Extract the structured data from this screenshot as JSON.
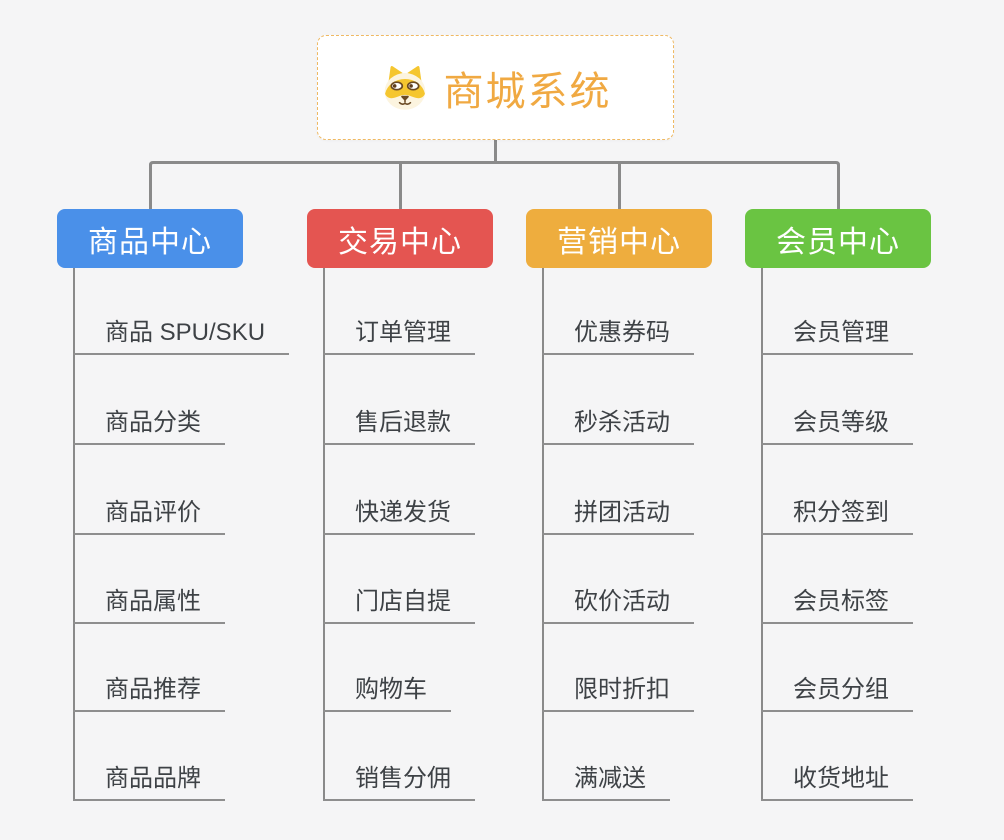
{
  "root": {
    "title": "商城系统",
    "icon": "dog-mascot-icon",
    "text_color": "#F0A942",
    "border_color": "#EFB963"
  },
  "connector_color": "#8A8A8A",
  "background_color": "#F5F5F6",
  "branches": [
    {
      "id": "product-center",
      "label": "商品中心",
      "color": "#4A90E9",
      "children": [
        "商品 SPU/SKU",
        "商品分类",
        "商品评价",
        "商品属性",
        "商品推荐",
        "商品品牌"
      ]
    },
    {
      "id": "trade-center",
      "label": "交易中心",
      "color": "#E45551",
      "children": [
        "订单管理",
        "售后退款",
        "快递发货",
        "门店自提",
        "购物车",
        "销售分佣"
      ]
    },
    {
      "id": "marketing-center",
      "label": "营销中心",
      "color": "#EEAD3E",
      "children": [
        "优惠券码",
        "秒杀活动",
        "拼团活动",
        "砍价活动",
        "限时折扣",
        "满减送"
      ]
    },
    {
      "id": "member-center",
      "label": "会员中心",
      "color": "#6AC442",
      "children": [
        "会员管理",
        "会员等级",
        "积分签到",
        "会员标签",
        "会员分组",
        "收货地址"
      ]
    }
  ]
}
